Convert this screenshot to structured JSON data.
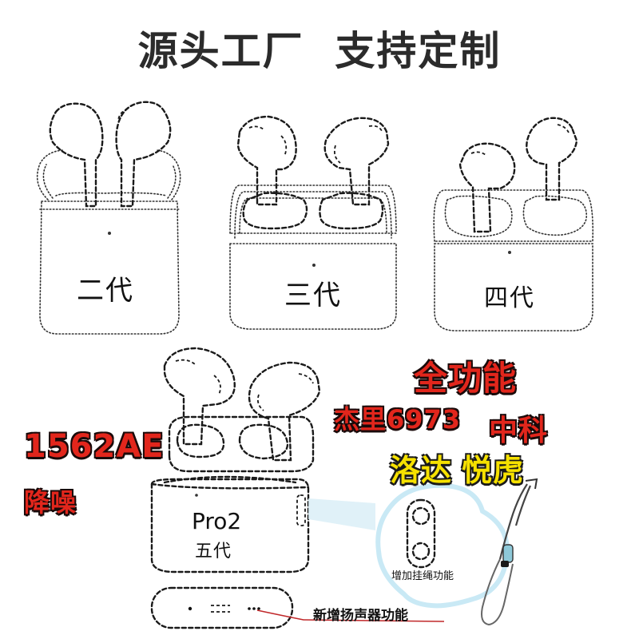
{
  "title": "源头工厂  支持定制",
  "generations": {
    "gen2": "二代",
    "gen3": "三代",
    "gen4": "四代",
    "pro2_model": "Pro2",
    "pro2_gen": "五代"
  },
  "badges": {
    "full_function": "全功能",
    "chip_jieli": "杰里6973",
    "chip_zhongke": "中科",
    "chip_luoda": "洛达",
    "chip_yuehu": "悦虎",
    "chip_1562": "1562AE",
    "noise_cancel": "降噪"
  },
  "notes": {
    "lanyard": "增加挂绳功能",
    "speaker": "新增扬声器功能"
  },
  "colors": {
    "badge_red": "#e2261c",
    "badge_yellow": "#f6e100",
    "callout_blue": "#c9e9f5"
  }
}
